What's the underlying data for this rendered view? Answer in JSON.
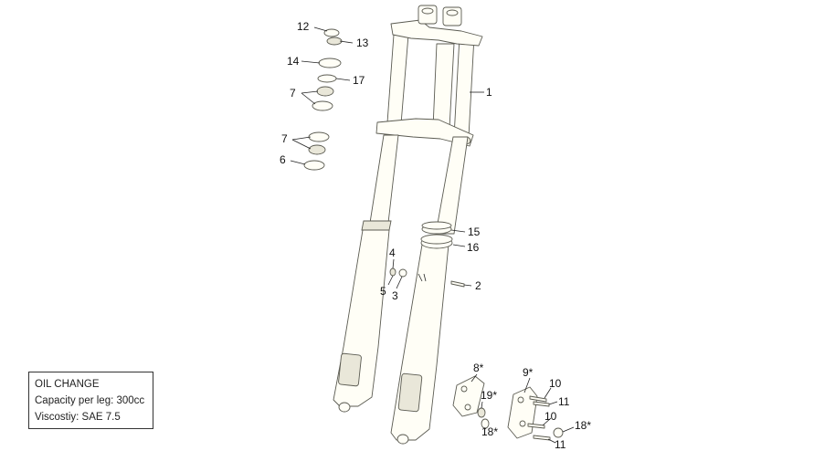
{
  "callouts": {
    "c1": "1",
    "c2": "2",
    "c3": "3",
    "c4": "4",
    "c5": "5",
    "c6": "6",
    "c7a": "7",
    "c7b": "7",
    "c8": "8*",
    "c9": "9*",
    "c10a": "10",
    "c10b": "10",
    "c11a": "11",
    "c11b": "11",
    "c12": "12",
    "c13": "13",
    "c14": "14",
    "c15": "15",
    "c16": "16",
    "c17": "17",
    "c18a": "18*",
    "c18b": "18*",
    "c19": "19*"
  },
  "oil_change": {
    "title": "OIL CHANGE",
    "capacity": "Capacity per leg: 300cc",
    "viscosity": "Viscostiy: SAE 7.5"
  }
}
